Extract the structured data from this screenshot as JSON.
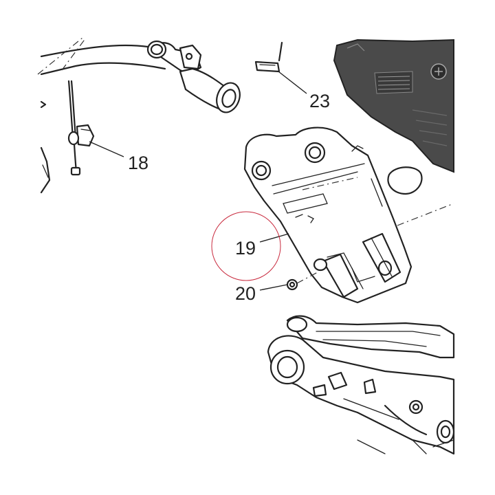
{
  "diagram": {
    "callouts": [
      {
        "id": "18",
        "label": "18"
      },
      {
        "id": "19",
        "label": "19",
        "highlighted": true
      },
      {
        "id": "20",
        "label": "20"
      },
      {
        "id": "23",
        "label": "23"
      }
    ],
    "colors": {
      "line": "#222222",
      "dark_part": "#4a4a4a",
      "highlight_circle": "#c8283c",
      "background": "#ffffff"
    }
  }
}
